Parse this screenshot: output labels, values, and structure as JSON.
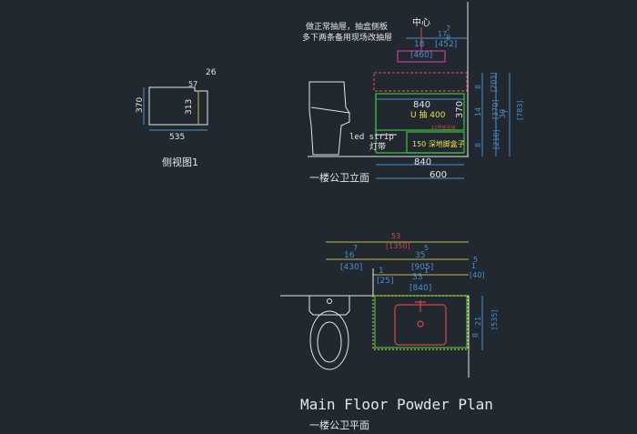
{
  "colors": {
    "background": "#212830",
    "linework": "#e6e6e6",
    "dimension": "#4a8fd0",
    "cabinet": "#3fbf3f",
    "text_yellow": "#e8e04a",
    "accent_red": "#d04848",
    "magenta": "#c040a0",
    "guide_yellow": "#c8b848"
  },
  "side_view": {
    "caption": "侧视图1",
    "dims": {
      "height": "370",
      "width": "535",
      "top_notch": "26",
      "inner_top": "57",
      "inner_height": "313"
    }
  },
  "elevation": {
    "note_line1": "做正常抽屉，抽盒侧板",
    "note_line2": "多下两条备用现场改抽屉",
    "center_label": "中心",
    "top_dims": {
      "d1": "7",
      "d2": "17",
      "d3": "8",
      "d4": "[452]",
      "d5": "18",
      "d6": "[460]"
    },
    "width_label": "840",
    "drawer_label": "U 抽 400",
    "drawer_height": "370",
    "small_red_note": "12号低压线",
    "led_label_en": "led strip",
    "led_label_cn": "灯带",
    "plinth_label": "150 深地脚盒子",
    "bottom_dims": {
      "total": "840",
      "inner": "600"
    },
    "right_dims": {
      "d1": "8",
      "d2": "[203]",
      "d3": "14",
      "d4": "[370]",
      "d5": "30",
      "d6": "[783]",
      "d7": "8",
      "d8": "[210]",
      "d9": "7"
    },
    "caption": "一楼公卫立面"
  },
  "plan": {
    "top_dims": {
      "overall": "53",
      "overall_sub": "[1350]",
      "left": "16",
      "left_sub": "[430]",
      "left_small": "7",
      "mid": "35",
      "mid_sub": "[905]",
      "mid_small": "5",
      "right": "1",
      "right_sub": "[40]",
      "right_small": "5",
      "gap": "1",
      "gap_sub": "[25]",
      "cabinet": "33",
      "cabinet_sub": "[840]",
      "cabinet_small": "1"
    },
    "right_dims": {
      "d1": "21",
      "d2": "[535]",
      "d3": "8"
    },
    "title": "Main Floor Powder Plan",
    "subtitle": "一楼公卫平面"
  }
}
